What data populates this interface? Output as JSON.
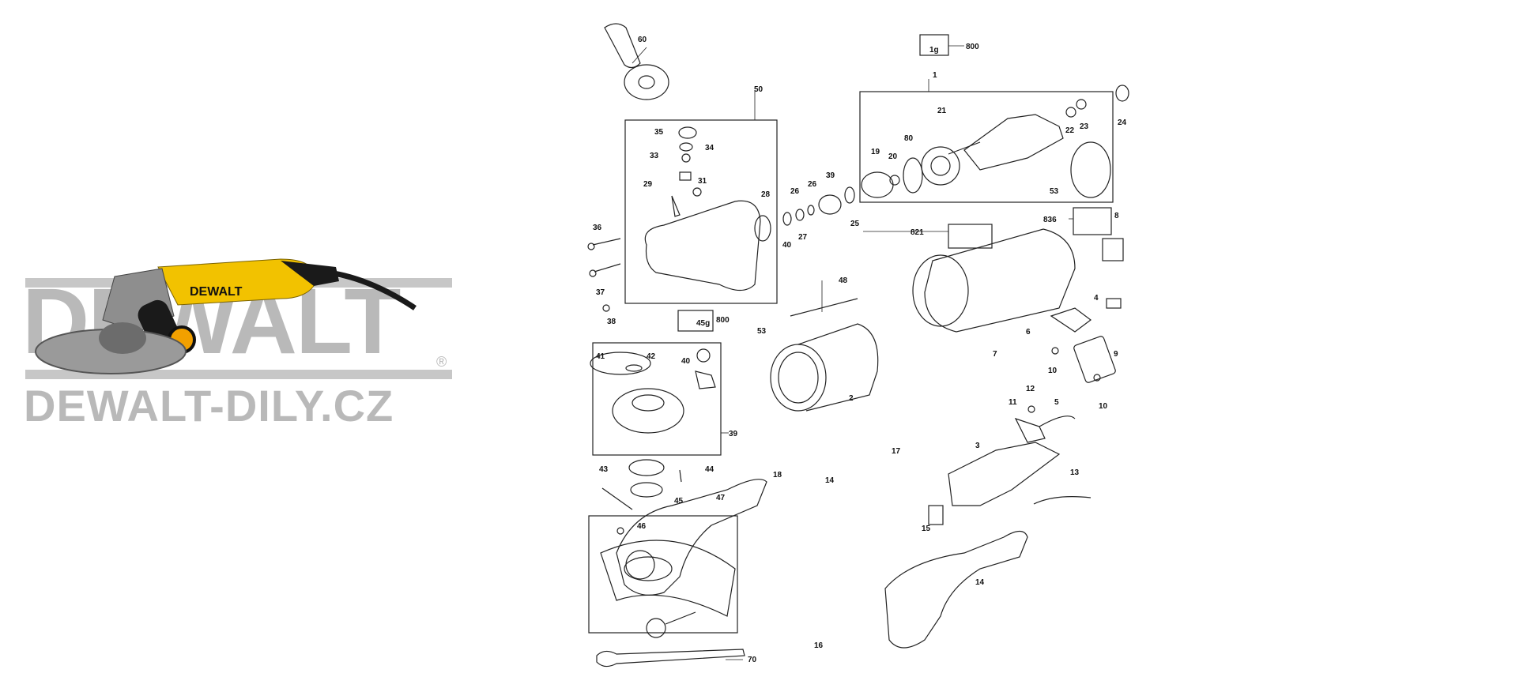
{
  "watermark": {
    "brand": "DEWALT",
    "site": "DEWALT-DILY.CZ",
    "registered": "®"
  },
  "product": {
    "body_label": "DEWALT",
    "colors": {
      "yellow": "#f2c200",
      "black": "#1a1a1a",
      "grey": "#8e8e8e"
    }
  },
  "diagram": {
    "labels": {
      "p60": "60",
      "p50": "50",
      "p35": "35",
      "p34": "34",
      "p33": "33",
      "p29": "29",
      "p31": "31",
      "p28": "28",
      "p36": "36",
      "p37": "37",
      "p38": "38",
      "p45g_qty": "800",
      "p45g": "45g",
      "p1": "1",
      "p800": "800",
      "p1g": "1g",
      "p21": "21",
      "p19": "19",
      "p20": "20",
      "p80": "80",
      "p22": "22",
      "p23": "23",
      "p24": "24",
      "p53a": "53",
      "p26a": "26",
      "p26b": "26",
      "p27": "27",
      "p39a": "39",
      "p40a": "40",
      "p25": "25",
      "p821": "821",
      "p836": "836",
      "p8": "8",
      "p48": "48",
      "p53b": "53",
      "p2": "2",
      "p7": "7",
      "p4": "4",
      "p6": "6",
      "p9": "9",
      "p10a": "10",
      "p10b": "10",
      "p12": "12",
      "p11": "11",
      "p5": "5",
      "p41": "41",
      "p42": "42",
      "p40b": "40",
      "p39b": "39",
      "p43": "43",
      "p44": "44",
      "p45": "45",
      "p17": "17",
      "p3": "3",
      "p18": "18",
      "p14a": "14",
      "p13": "13",
      "p15": "15",
      "p47": "47",
      "p46": "46",
      "p14b": "14",
      "p16": "16",
      "p70": "70"
    }
  }
}
